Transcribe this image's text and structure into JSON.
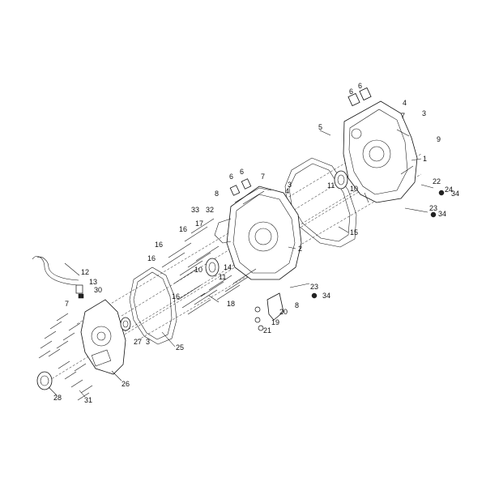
{
  "diagram": {
    "callouts": [
      {
        "key": "c1",
        "text": "1"
      },
      {
        "key": "c2",
        "text": "2"
      },
      {
        "key": "c3a",
        "text": "3"
      },
      {
        "key": "c3b",
        "text": "3"
      },
      {
        "key": "c3c",
        "text": "3"
      },
      {
        "key": "c4a",
        "text": "4"
      },
      {
        "key": "c4b",
        "text": "4"
      },
      {
        "key": "c5",
        "text": "5"
      },
      {
        "key": "c6a",
        "text": "6"
      },
      {
        "key": "c6b",
        "text": "6"
      },
      {
        "key": "c6c",
        "text": "6"
      },
      {
        "key": "c6d",
        "text": "6"
      },
      {
        "key": "c7a",
        "text": "7"
      },
      {
        "key": "c7b",
        "text": "7"
      },
      {
        "key": "c7c",
        "text": "7"
      },
      {
        "key": "c8a",
        "text": "8"
      },
      {
        "key": "c8b",
        "text": "8"
      },
      {
        "key": "c9",
        "text": "9"
      },
      {
        "key": "c10a",
        "text": "10"
      },
      {
        "key": "c10b",
        "text": "10"
      },
      {
        "key": "c11a",
        "text": "11"
      },
      {
        "key": "c11b",
        "text": "11"
      },
      {
        "key": "c12",
        "text": "12"
      },
      {
        "key": "c13",
        "text": "13"
      },
      {
        "key": "c14",
        "text": "14"
      },
      {
        "key": "c15",
        "text": "15"
      },
      {
        "key": "c16a",
        "text": "16"
      },
      {
        "key": "c16b",
        "text": "16"
      },
      {
        "key": "c16c",
        "text": "16"
      },
      {
        "key": "c16d",
        "text": "16"
      },
      {
        "key": "c17",
        "text": "17"
      },
      {
        "key": "c18",
        "text": "18"
      },
      {
        "key": "c19",
        "text": "19"
      },
      {
        "key": "c20",
        "text": "20"
      },
      {
        "key": "c21",
        "text": "21"
      },
      {
        "key": "c22",
        "text": "22"
      },
      {
        "key": "c23a",
        "text": "23"
      },
      {
        "key": "c23b",
        "text": "23"
      },
      {
        "key": "c24",
        "text": "24"
      },
      {
        "key": "c25",
        "text": "25"
      },
      {
        "key": "c26",
        "text": "26"
      },
      {
        "key": "c27",
        "text": "27"
      },
      {
        "key": "c28",
        "text": "28"
      },
      {
        "key": "c30",
        "text": "30"
      },
      {
        "key": "c31",
        "text": "31"
      },
      {
        "key": "c32",
        "text": "32"
      },
      {
        "key": "c33",
        "text": "33"
      },
      {
        "key": "c34a",
        "text": "34"
      },
      {
        "key": "c34b",
        "text": "34"
      },
      {
        "key": "c34c",
        "text": "34"
      }
    ]
  }
}
